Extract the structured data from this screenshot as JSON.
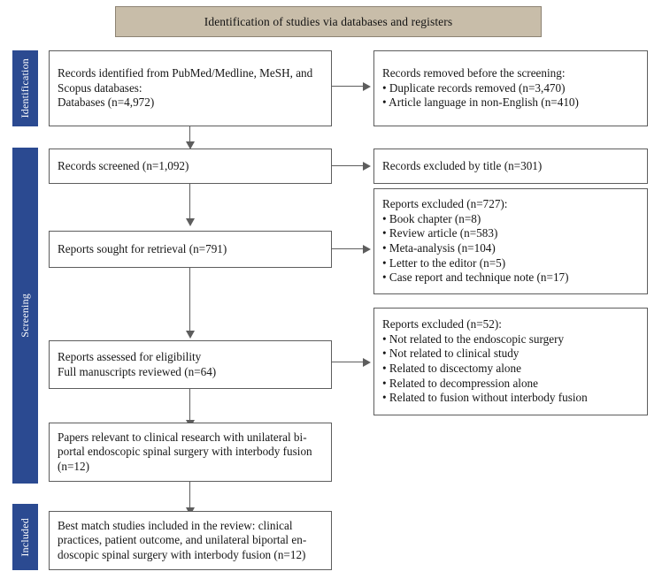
{
  "figure": {
    "type": "prisma-flow-diagram",
    "header": {
      "title": "Identification of studies via databases and registers",
      "color": "#c8bda9"
    },
    "stage_color": "#2b4a91",
    "stages": [
      {
        "id": "identification",
        "label": "Identification"
      },
      {
        "id": "screening",
        "label": "Screening"
      },
      {
        "id": "included",
        "label": "Included"
      }
    ],
    "boxes": {
      "identified": {
        "lines": [
          "Records identified from PubMed/Medline, MeSH, and",
          "Scopus databases:",
          "Databases (n=4,972)"
        ]
      },
      "removed": {
        "lines": [
          "Records removed before the screening:",
          "• Duplicate records removed (n=3,470)",
          "• Article language in non-English (n=410)"
        ]
      },
      "screened": {
        "lines": [
          "Records screened (n=1,092)"
        ]
      },
      "excluded_title": {
        "lines": [
          "Records excluded by title (n=301)"
        ]
      },
      "sought": {
        "lines": [
          "Reports sought for retrieval (n=791)"
        ]
      },
      "excluded_reports_727": {
        "lines": [
          "Reports excluded (n=727):",
          "• Book chapter (n=8)",
          "• Review article (n=583)",
          "• Meta-analysis (n=104)",
          "• Letter to the editor (n=5)",
          "• Case report and technique note (n=17)"
        ]
      },
      "assessed": {
        "lines": [
          "Reports assessed for eligibility",
          "Full manuscripts reviewed (n=64)"
        ]
      },
      "excluded_reports_52": {
        "lines": [
          "Reports excluded (n=52):",
          "• Not related to the endoscopic surgery",
          "• Not related to clinical study",
          "• Related to discectomy alone",
          "• Related to decompression alone",
          "• Related to fusion without interbody fusion"
        ]
      },
      "relevant": {
        "lines": [
          "Papers relevant to clinical research with unilateral bi-",
          "portal endoscopic spinal surgery with interbody fusion",
          "(n=12)"
        ]
      },
      "included": {
        "lines": [
          "Best match studies included in the review: clinical",
          "practices, patient outcome, and unilateral biportal en-",
          "doscopic spinal surgery with interbody fusion (n=12)"
        ]
      }
    }
  }
}
